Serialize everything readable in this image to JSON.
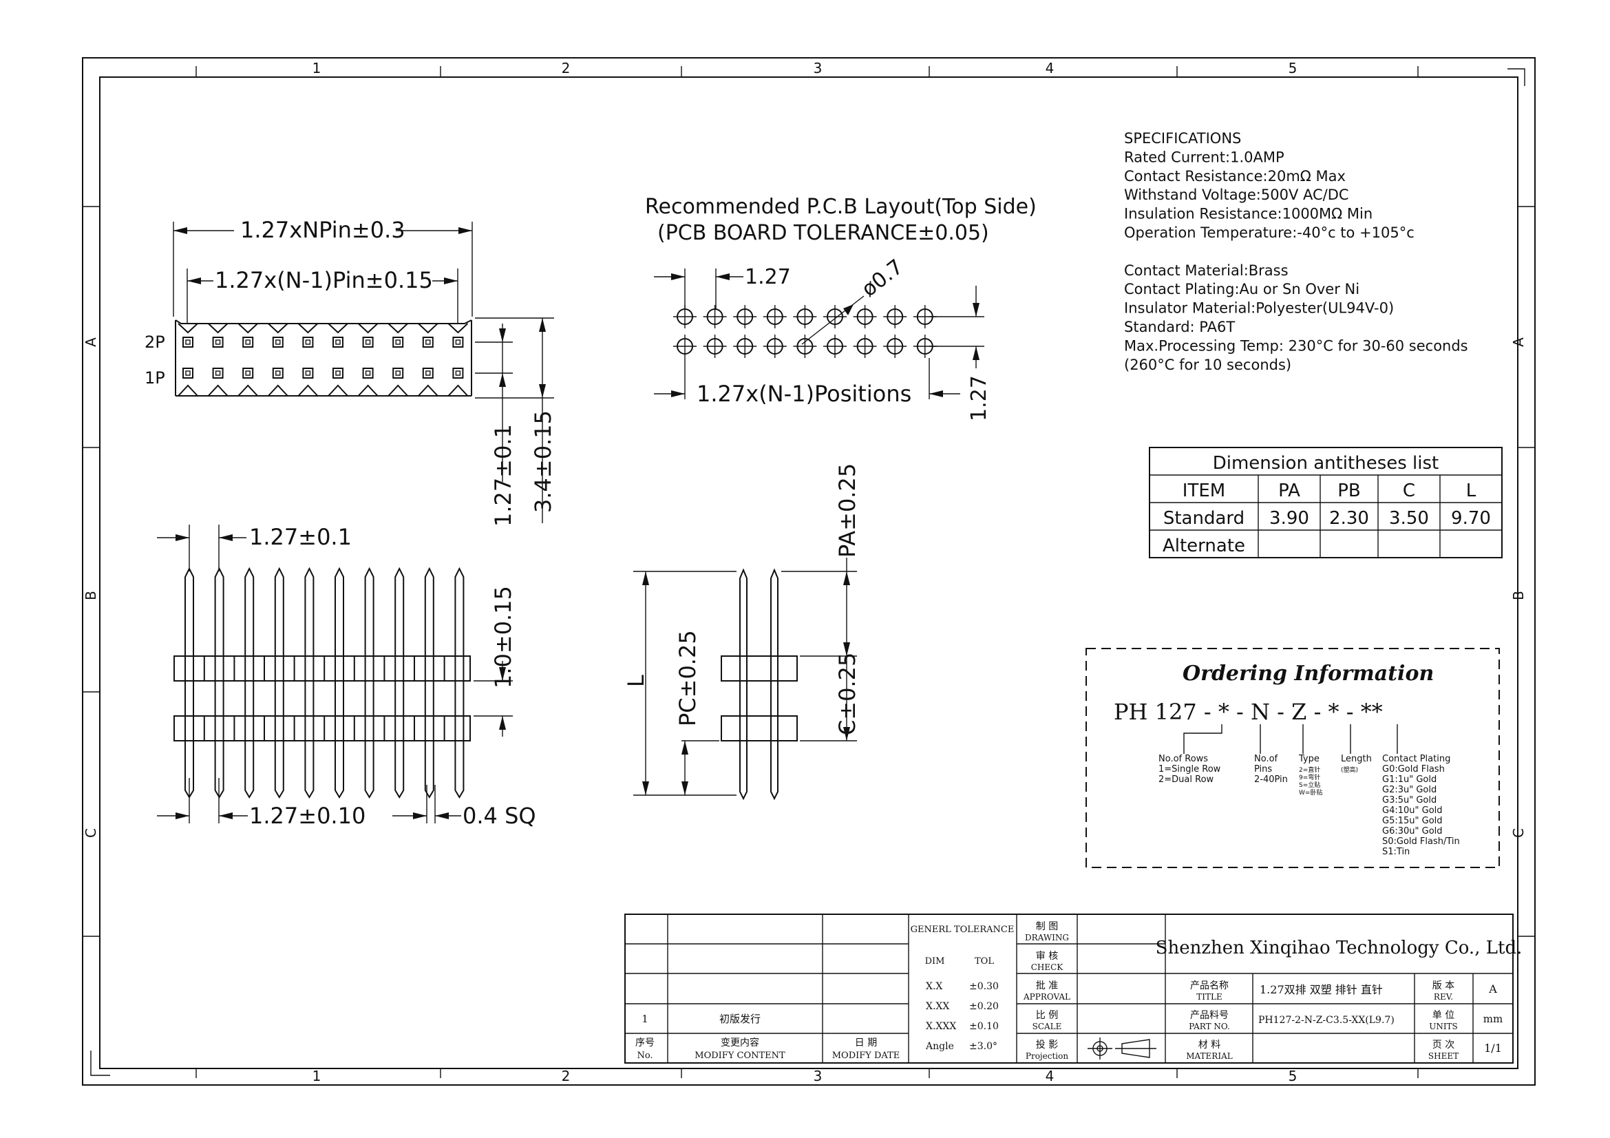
{
  "frame": {
    "col_numbers": [
      "1",
      "2",
      "3",
      "4",
      "5"
    ],
    "row_letters": [
      "A",
      "B",
      "C"
    ]
  },
  "specifications": {
    "lines": [
      "SPECIFICATIONS",
      "Rated Current:1.0AMP",
      "Contact Resistance:20mΩ Max",
      "Withstand Voltage:500V AC/DC",
      "Insulation Resistance:1000MΩ Min",
      "Operation Temperature:-40°c to +105°c",
      "",
      "Contact Material:Brass",
      "Contact Plating:Au or Sn Over Ni",
      "Insulator Material:Polyester(UL94V-0)",
      "Standard:            PA6T",
      "Max.Processing Temp: 230°C for 30-60 seconds",
      "                    (260°C for 10 seconds)"
    ]
  },
  "pcb_layout": {
    "title": "Recommended P.C.B Layout(Top Side)",
    "subtitle": "(PCB BOARD TOLERANCE±0.05)",
    "pitch_label": "1.27",
    "hole_label": "ø0.7",
    "positions_label": "1.27x(N-1)Positions",
    "row_pitch_label": "1.27",
    "holes_per_row": 9,
    "rows": 2
  },
  "top_view": {
    "length_label": "1.27xNPin±0.3",
    "pitch_span_label": "1.27x(N-1)Pin±0.15",
    "row_labels": [
      "2P",
      "1P"
    ],
    "row_pitch_label": "1.27±0.1",
    "width_label": "3.4±0.15",
    "pins_per_row": 10
  },
  "front_view": {
    "pitch_top_label": "1.27±0.1",
    "height_label": "1.0±0.15",
    "pitch_bottom_label": "1.27±0.10",
    "pin_size_label": "0.4 SQ",
    "pins": 10
  },
  "side_view": {
    "pa_label": "PA±0.25",
    "pc_label": "PC±0.25",
    "c_label": "C±0.25",
    "l_label": "L"
  },
  "dimension_table": {
    "title": "Dimension antitheses list",
    "headers": [
      "ITEM",
      "PA",
      "PB",
      "C",
      "L"
    ],
    "rows": [
      [
        "Standard",
        "3.90",
        "2.30",
        "3.50",
        "9.70"
      ],
      [
        "Alternate",
        "",
        "",
        "",
        ""
      ]
    ]
  },
  "ordering": {
    "title": "Ordering Information",
    "code": "PH 127 - * - N - Z - * - **",
    "notes": [
      {
        "lines": [
          "No.of Rows",
          "1=Single Row",
          "2=Dual Row"
        ]
      },
      {
        "lines": [
          "No.of",
          "Pins",
          "2-40Pin"
        ]
      },
      {
        "lines": [
          "Type",
          "2=直针",
          "9=弯针",
          "S=立贴",
          "W=卧贴"
        ]
      },
      {
        "lines": [
          "Length",
          "(塑高)"
        ]
      },
      {
        "lines": [
          "Contact Plating",
          "G0:Gold Flash",
          "G1:1u\" Gold",
          "G2:3u\" Gold",
          "G3:5u\" Gold",
          "G4:10u\" Gold",
          "G5:15u\" Gold",
          "G6:30u\" Gold",
          "S0:Gold Flash/Tin",
          "S1:Tin"
        ]
      }
    ]
  },
  "title_block": {
    "company": "Shenzhen Xinqihao Technology Co., Ltd.",
    "revision_row": {
      "no": "1",
      "content": "初版发行",
      "date": ""
    },
    "revision_headers": {
      "no_cn": "序号",
      "no_en": "No.",
      "content_cn": "变更内容",
      "content_en": "MODIFY CONTENT",
      "date_cn": "日 期",
      "date_en": "MODIFY DATE"
    },
    "tolerance": {
      "title": "GENERL TOLERANCE",
      "dim": "DIM",
      "tol": "TOL",
      "rows": [
        [
          "X.X",
          "±0.30"
        ],
        [
          "X.XX",
          "±0.20"
        ],
        [
          "X.XXX",
          "±0.10"
        ],
        [
          "Angle",
          "±3.0°"
        ]
      ]
    },
    "labels": {
      "drawing_cn": "制 图",
      "drawing_en": "DRAWING",
      "check_cn": "审 核",
      "check_en": "CHECK",
      "approval_cn": "批 准",
      "approval_en": "APPROVAL",
      "scale_cn": "比 例",
      "scale_en": "SCALE",
      "projection_cn": "投 影",
      "projection_en": "Projection",
      "title_cn": "产品名称",
      "title_en": "TITLE",
      "part_cn": "产品料号",
      "part_en": "PART NO.",
      "material_cn": "材 料",
      "material_en": "MATERIAL",
      "rev_cn": "版 本",
      "rev_en": "REV.",
      "units_cn": "单 位",
      "units_en": "UNITS",
      "sheet_cn": "页 次",
      "sheet_en": "SHEET"
    },
    "title_value": "1.27双排 双塑 排针 直针",
    "part_no": "PH127-2-N-Z-C3.5-XX(L9.7)",
    "rev_value": "A",
    "units_value": "mm",
    "sheet_value": "1/1"
  }
}
